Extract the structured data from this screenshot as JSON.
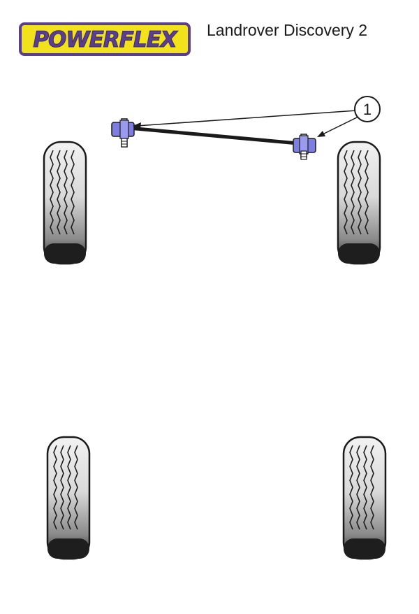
{
  "header": {
    "brand": "POWERFLEX",
    "title": "Landrover Discovery 2"
  },
  "callouts": [
    {
      "label": "1"
    }
  ],
  "colors": {
    "brand_yellow": "#f2e21c",
    "brand_purple": "#5b3f8f",
    "bush_purple": "#7e7ee0",
    "tyre_dark": "#1a1a1a"
  }
}
